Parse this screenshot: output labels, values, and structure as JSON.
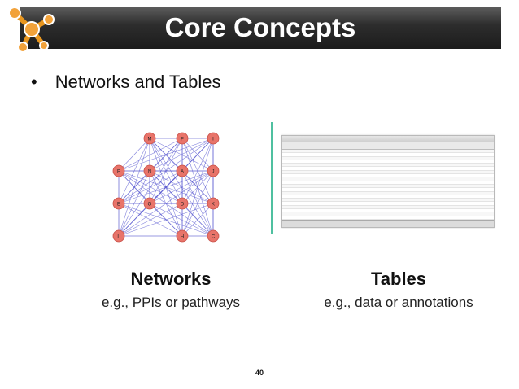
{
  "slide": {
    "title": "Core Concepts",
    "bullet": "Networks and Tables",
    "networks": {
      "heading": "Networks",
      "caption": "e.g., PPIs or pathways",
      "nodes": [
        "M",
        "F",
        "I",
        "P",
        "N",
        "A",
        "J",
        "E",
        "O",
        "D",
        "K",
        "L",
        "H",
        "C"
      ],
      "node_color": "#e8746a",
      "edge_color": "#5a5ad0"
    },
    "tables": {
      "heading": "Tables",
      "caption": "e.g., data or annotations"
    },
    "page_number": "40"
  },
  "colors": {
    "title_bar": "#262626",
    "divider": "#4fc0a0",
    "logo": "#f2a23a"
  }
}
